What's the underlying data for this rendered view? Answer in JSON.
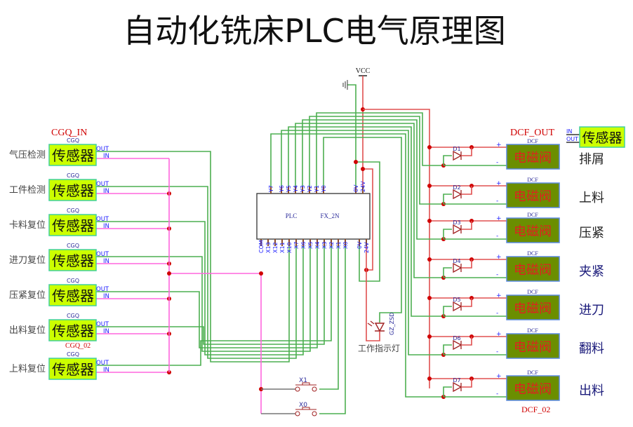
{
  "title": "自动化铣床PLC电气原理图",
  "colors": {
    "wire_green": "#4caf50",
    "wire_red": "#e05050",
    "wire_pink": "#ff66dd",
    "junction": "#d00000",
    "sensor_fill": "#ccff00",
    "solenoid_fill": "#6b8e00",
    "pin_label": "#1a1aff",
    "label_red": "#d00000"
  },
  "sensors": {
    "group_label": "CGQ_IN",
    "group_label_2": "CGQ_02",
    "ref": "CGQ",
    "box_text": "传感器",
    "out_label": "OUT",
    "in_label": "IN",
    "items": [
      {
        "label": "气压检测"
      },
      {
        "label": "工件检测"
      },
      {
        "label": "卡料复位"
      },
      {
        "label": "进刀复位"
      },
      {
        "label": "压紧复位"
      },
      {
        "label": "出料复位"
      },
      {
        "label": "上料复位"
      }
    ]
  },
  "legend_sensor": {
    "in_label": "IN",
    "out_label": "OUT",
    "box_text": "传感器"
  },
  "plc": {
    "name": "PLC",
    "model": "FX_2N",
    "top_pins": [
      "Y7",
      "Y6",
      "Y5",
      "Y4",
      "Y3",
      "Y2",
      "Y1",
      "Y0",
      "0V",
      "24V"
    ],
    "bottom_pins": [
      "COM",
      "X13",
      "X12",
      "X11",
      "X10",
      "X7",
      "X6",
      "X5",
      "X4",
      "X3",
      "X2",
      "X1",
      "X0",
      "0V",
      "24V"
    ]
  },
  "power": {
    "vcc": "VCC"
  },
  "indicator": {
    "ref": "GZ_ZSD",
    "label": "工作指示灯"
  },
  "switches": [
    {
      "ref": "X1"
    },
    {
      "ref": "X0"
    }
  ],
  "solenoids": {
    "group_label": "DCF_OUT",
    "group_label_2": "DCF_02",
    "ref": "DCF",
    "box_text": "电磁阀",
    "plus": "+",
    "minus": "-",
    "items": [
      {
        "diode": "D1",
        "label": "排屑"
      },
      {
        "diode": "D2",
        "label": "上料"
      },
      {
        "diode": "D3",
        "label": "压紧"
      },
      {
        "diode": "D4",
        "label": "夹紧"
      },
      {
        "diode": "D5",
        "label": "进刀"
      },
      {
        "diode": "D6",
        "label": "翻料"
      },
      {
        "diode": "D7",
        "label": "出料"
      }
    ]
  }
}
